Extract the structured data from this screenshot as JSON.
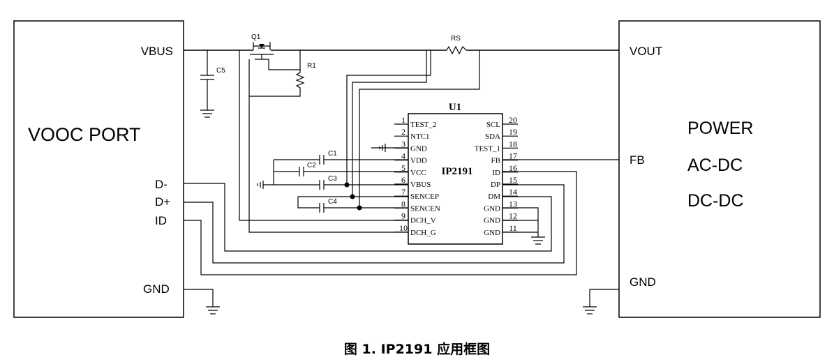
{
  "left_block": {
    "title": "VOOC PORT",
    "pins": {
      "vbus": "VBUS",
      "dminus": "D-",
      "dplus": "D+",
      "id": "ID",
      "gnd": "GND"
    }
  },
  "right_block": {
    "title_lines": [
      "POWER",
      "AC-DC",
      "DC-DC"
    ],
    "pins": {
      "vout": "VOUT",
      "fb": "FB",
      "gnd": "GND"
    }
  },
  "components": {
    "q1": "Q1",
    "rs": "RS",
    "r1": "R1",
    "c5": "C5",
    "c1": "C1",
    "c2": "C2",
    "c3": "C3",
    "c4": "C4"
  },
  "ic": {
    "ref": "U1",
    "part": "IP2191",
    "left_pins": [
      {
        "num": "1",
        "name": "TEST_2"
      },
      {
        "num": "2",
        "name": "NTC1"
      },
      {
        "num": "3",
        "name": "GND"
      },
      {
        "num": "4",
        "name": "VDD"
      },
      {
        "num": "5",
        "name": "VCC"
      },
      {
        "num": "6",
        "name": "VBUS"
      },
      {
        "num": "7",
        "name": "SENCEP"
      },
      {
        "num": "8",
        "name": "SENCEN"
      },
      {
        "num": "9",
        "name": "DCH_V"
      },
      {
        "num": "10",
        "name": "DCH_G"
      }
    ],
    "right_pins": [
      {
        "num": "20",
        "name": "SCL"
      },
      {
        "num": "19",
        "name": "SDA"
      },
      {
        "num": "18",
        "name": "TEST_1"
      },
      {
        "num": "17",
        "name": "FB"
      },
      {
        "num": "16",
        "name": "ID"
      },
      {
        "num": "15",
        "name": "DP"
      },
      {
        "num": "14",
        "name": "DM"
      },
      {
        "num": "13",
        "name": "GND"
      },
      {
        "num": "12",
        "name": "GND"
      },
      {
        "num": "11",
        "name": "GND"
      }
    ]
  },
  "caption": "图 1. IP2191 应用框图"
}
